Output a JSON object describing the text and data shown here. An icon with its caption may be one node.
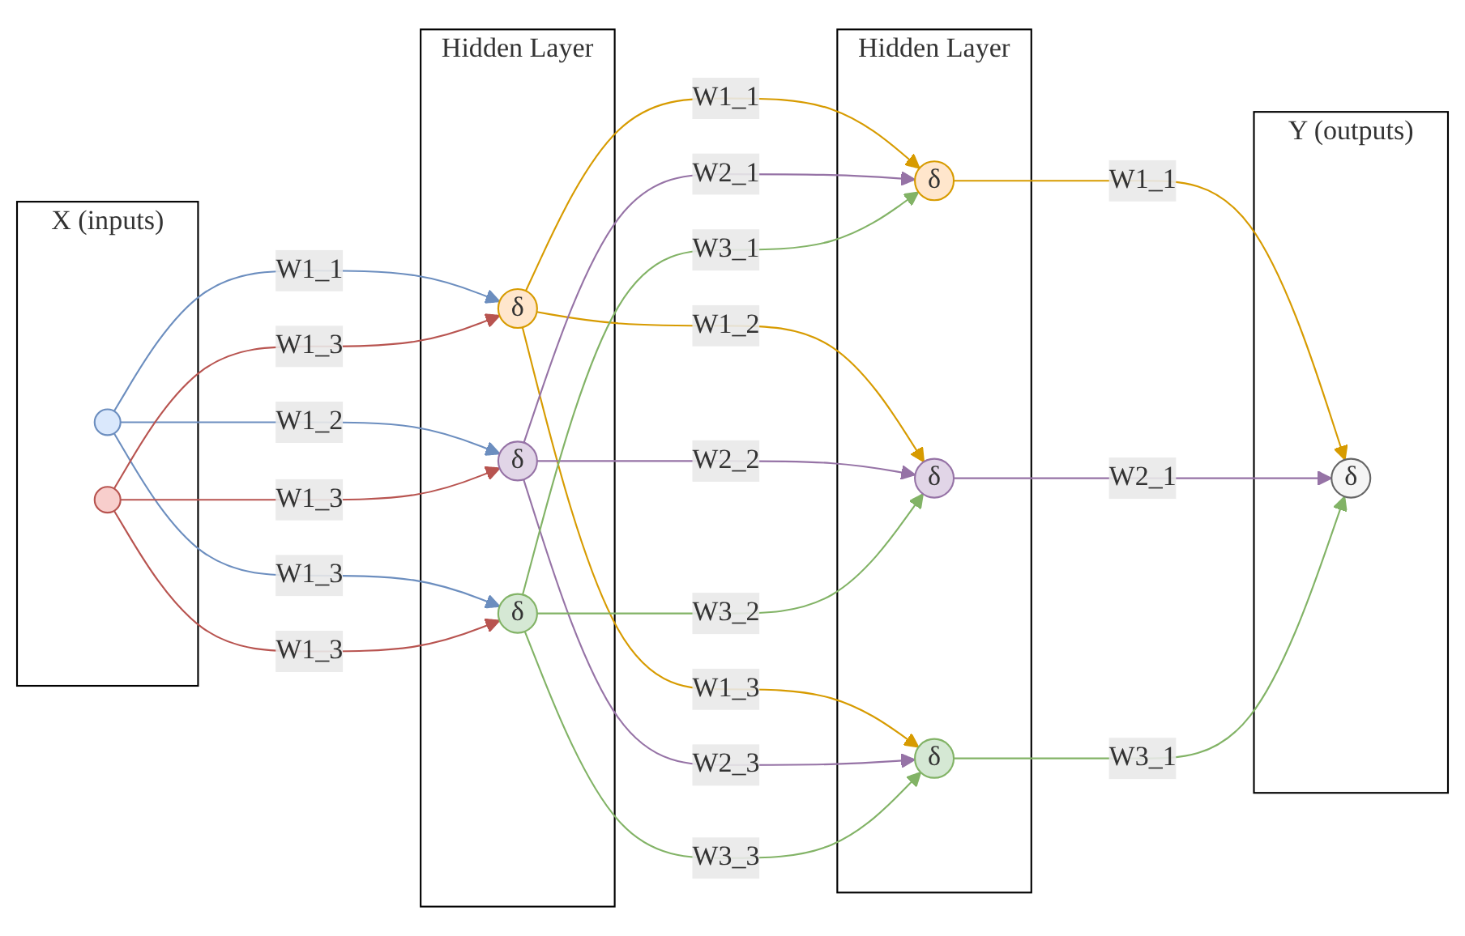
{
  "diagram": {
    "nodes": [
      {
        "text": [
          "X (inputs)"
        ]
      },
      {
        "text": [],
        "shape": "circle",
        "in": 0
      },
      {
        "text": [],
        "shape": "circle",
        "in": 0
      },
      {
        "text": [
          "Hidden Layer"
        ]
      },
      {
        "text": [
          "δ"
        ],
        "in": 3
      },
      {
        "text": [
          "δ"
        ],
        "in": 3
      },
      {
        "text": [
          "δ"
        ],
        "in": 3
      },
      {
        "text": [
          "Hidden Layer"
        ]
      },
      {
        "text": [
          "δ"
        ],
        "in": 7
      },
      {
        "text": [
          "δ"
        ],
        "in": 7
      },
      {
        "text": [
          "δ"
        ],
        "in": 7
      },
      {
        "text": [
          "Y (outputs)"
        ]
      },
      {
        "text": [
          "δ"
        ],
        "in": 11
      }
    ],
    "edges": [
      {
        "from": 1,
        "to": 4,
        "arrow": "to",
        "label": "W1_1",
        "color": "#6c8ebf"
      },
      {
        "from": 1,
        "to": 5,
        "arrow": "to",
        "label": "W1_2",
        "color": "#6c8ebf"
      },
      {
        "from": 1,
        "to": 6,
        "arrow": "to",
        "label": "W1_3",
        "color": "#6c8ebf"
      },
      {
        "from": 2,
        "to": 4,
        "arrow": "to",
        "label": "W1_3",
        "color": "#b85450"
      },
      {
        "from": 2,
        "to": 5,
        "arrow": "to",
        "label": "W1_3",
        "color": "#b85450"
      },
      {
        "from": 2,
        "to": 6,
        "arrow": "to",
        "label": "W1_3",
        "color": "#b85450"
      },
      {
        "from": 4,
        "to": 8,
        "arrow": "to",
        "label": "W1_1",
        "color": "#d79b00"
      },
      {
        "from": 4,
        "to": 9,
        "arrow": "to",
        "label": "W1_2",
        "color": "#d79b00"
      },
      {
        "from": 4,
        "to": 10,
        "arrow": "to",
        "label": "W1_3",
        "color": "#d79b00"
      },
      {
        "from": 5,
        "to": 8,
        "arrow": "to",
        "label": "W2_1",
        "color": "#9673a6"
      },
      {
        "from": 5,
        "to": 9,
        "arrow": "to",
        "label": "W2_2",
        "color": "#9673a6"
      },
      {
        "from": 5,
        "to": 10,
        "arrow": "to",
        "label": "W2_3",
        "color": "#9673a6"
      },
      {
        "from": 6,
        "to": 8,
        "arrow": "to",
        "label": "W3_1",
        "color": "#82b366"
      },
      {
        "from": 6,
        "to": 9,
        "arrow": "to",
        "label": "W3_2",
        "color": "#82b366"
      },
      {
        "from": 6,
        "to": 10,
        "arrow": "to",
        "label": "W3_3",
        "color": "#82b366"
      },
      {
        "from": 8,
        "to": 12,
        "arrow": "to",
        "label": "W1_1",
        "color": "#d79b00"
      },
      {
        "from": 9,
        "to": 12,
        "arrow": "to",
        "label": "W2_1",
        "color": "#9673a6"
      },
      {
        "from": 10,
        "to": 12,
        "arrow": "to",
        "label": "W3_1",
        "color": "#82b366"
      }
    ]
  }
}
